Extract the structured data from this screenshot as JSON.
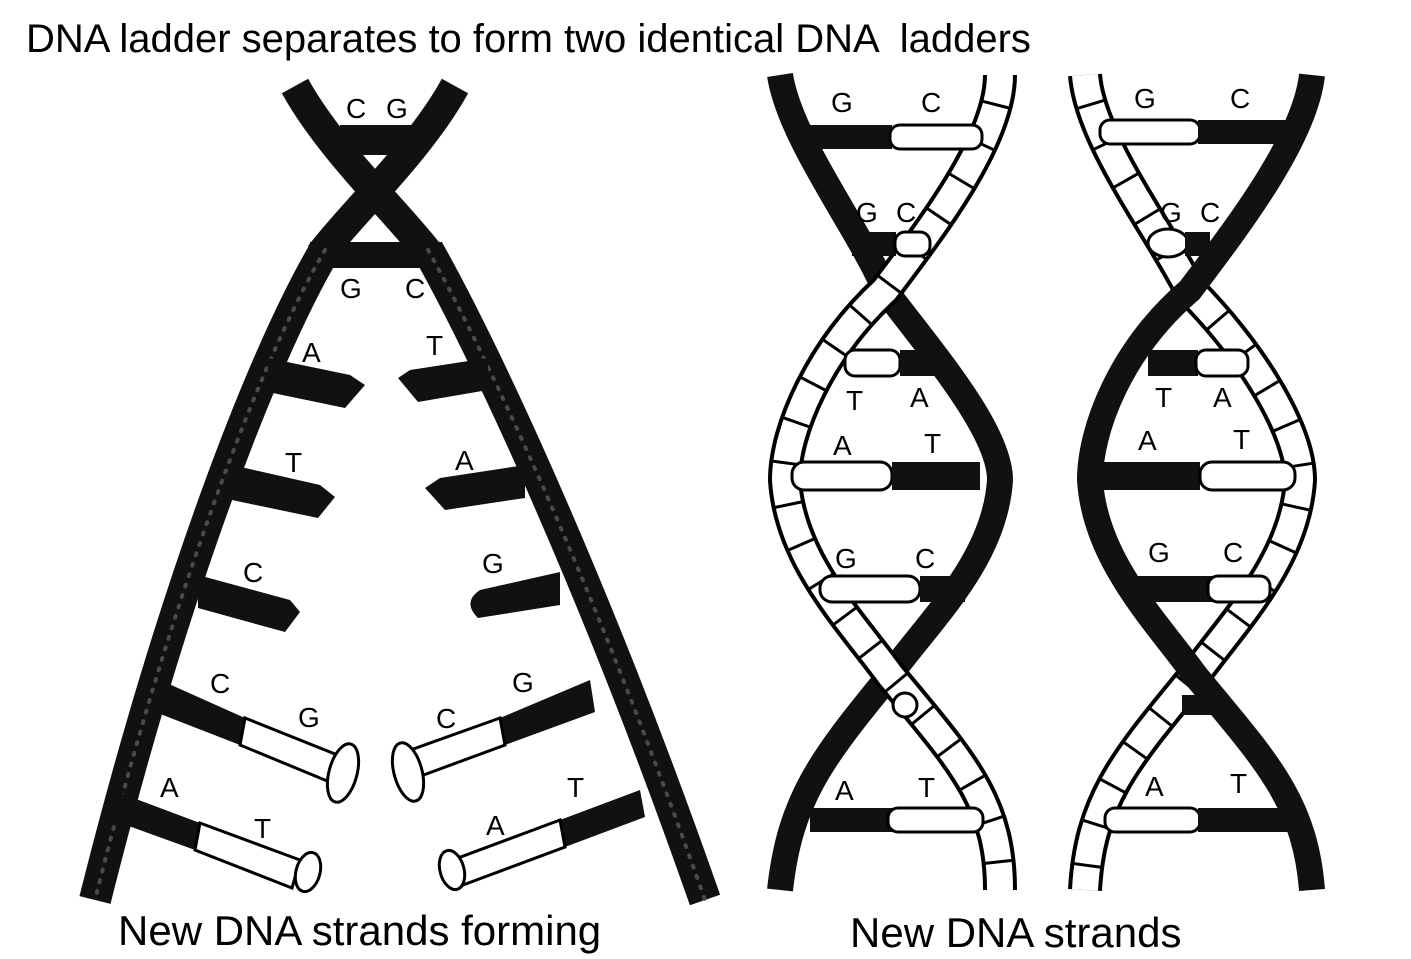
{
  "title": "DNA ladder separates to form two identical DNA  ladders",
  "captions": {
    "left": "New DNA strands forming",
    "right": "New DNA strands"
  },
  "left_ladder": {
    "top_pair": [
      "C",
      "G"
    ],
    "first_pair": [
      "G",
      "C"
    ],
    "left_bases": [
      "A",
      "T",
      "C",
      "C",
      "A"
    ],
    "right_bases": [
      "T",
      "A",
      "G",
      "G",
      "T"
    ],
    "new_bases_left": [
      "G",
      "T"
    ],
    "new_bases_right": [
      "C",
      "A"
    ]
  },
  "helix_a": {
    "pairs": [
      [
        "G",
        "C"
      ],
      [
        "G",
        "C"
      ],
      [
        "T",
        "A"
      ],
      [
        "A",
        "T"
      ],
      [
        "G",
        "C"
      ],
      [
        "A",
        "T"
      ]
    ]
  },
  "helix_b": {
    "pairs": [
      [
        "G",
        "C"
      ],
      [
        "G",
        "C"
      ],
      [
        "T",
        "A"
      ],
      [
        "A",
        "T"
      ],
      [
        "G",
        "C"
      ],
      [
        "A",
        "T"
      ]
    ]
  }
}
